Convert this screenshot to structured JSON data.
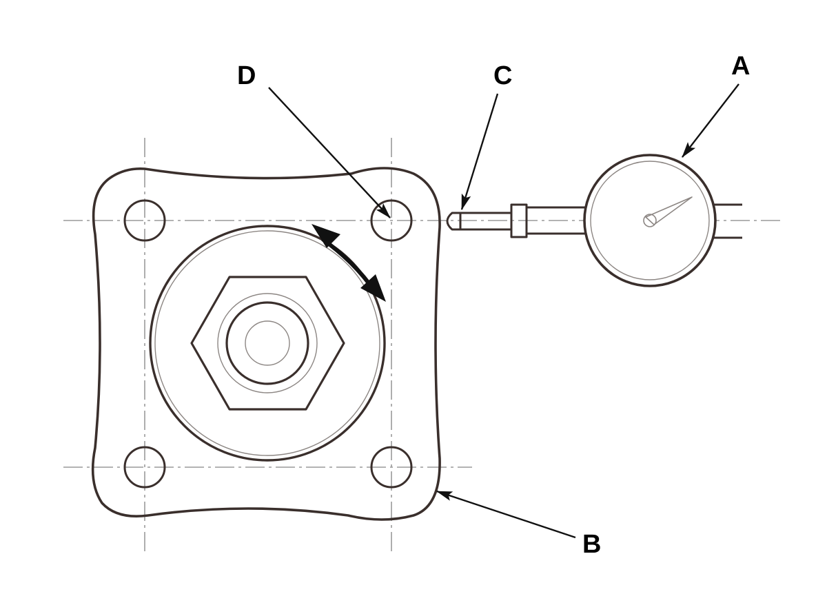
{
  "colors": {
    "line": "#3a2f2c",
    "thin_line": "#8c8683",
    "centerline": "#9a9a9a",
    "arrow": "#111111",
    "label": "#000000",
    "background": "#ffffff"
  },
  "callouts": {
    "a": {
      "label": "A",
      "target": "dial-indicator"
    },
    "b": {
      "label": "B",
      "target": "wheel-hub-flange"
    },
    "c": {
      "label": "C",
      "target": "indicator-probe-tip"
    },
    "d": {
      "label": "D",
      "target": "wheel-stud-hole"
    }
  },
  "rotation_arrow": {
    "icon": "double-headed-curved-arrow-icon",
    "meaning": "rotate hub"
  }
}
